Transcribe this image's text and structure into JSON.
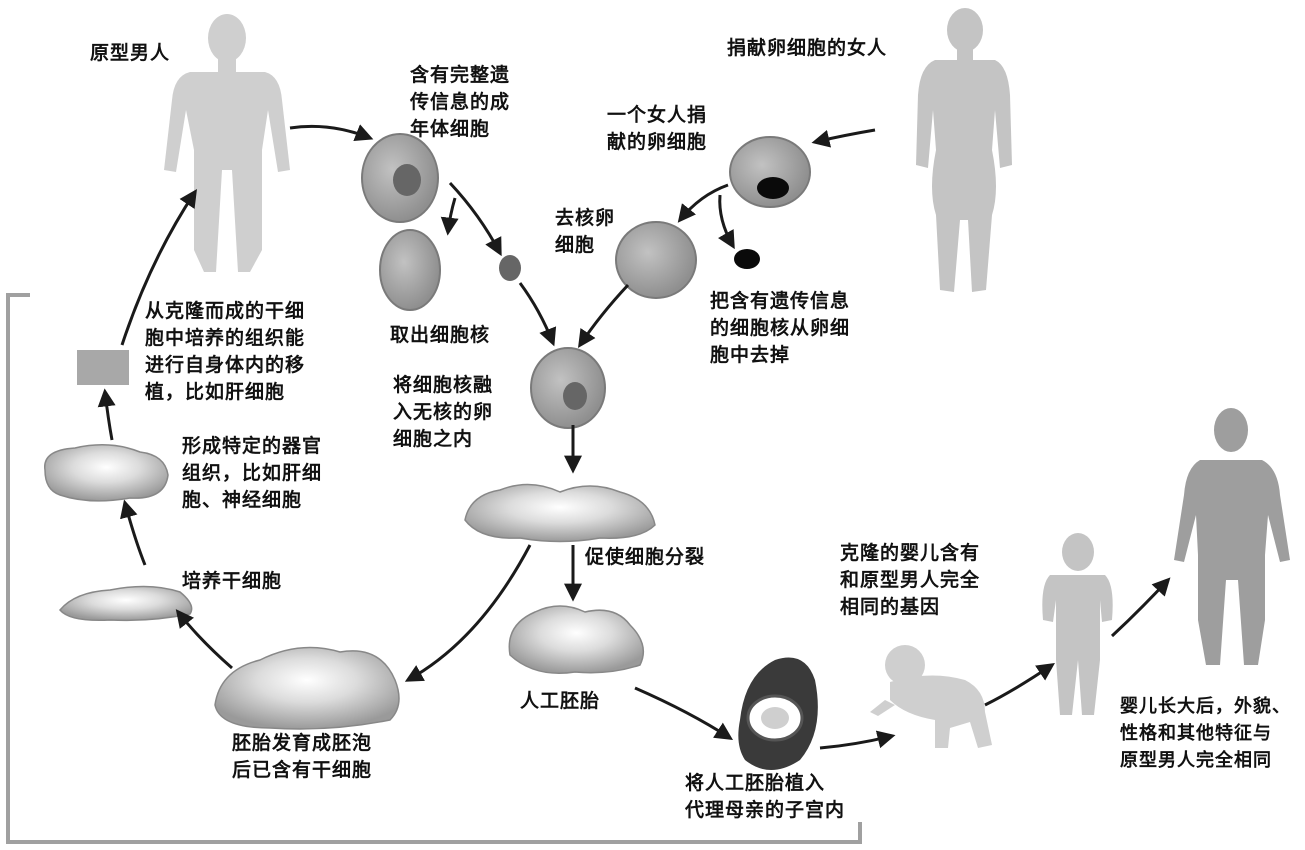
{
  "labels": {
    "prototype_man": "原型男人",
    "adult_cell": "含有完整遗\n传信息的成\n年体细胞",
    "donor_woman": "捐献卵细胞的女人",
    "donated_egg": "一个女人捐\n献的卵细胞",
    "enucleated_egg": "去核卵\n细胞",
    "extract_nucleus": "取出细胞核",
    "remove_nucleus": "把含有遗传信息\n的细胞核从卵细\n胞中去掉",
    "fuse_nucleus": "将细胞核融\n入无核的卵\n细胞之内",
    "transplant": "从克隆而成的干细\n胞中培养的组织能\n进行自身体内的移\n植，比如肝细胞",
    "organ_tissue": "形成特定的器官\n组织，比如肝细\n胞、神经细胞",
    "culture_stem": "培养干细胞",
    "divide": "促使细胞分裂",
    "embryo": "人工胚胎",
    "blastocyst": "胚胎发育成胚泡\n后已含有干细胞",
    "implant": "将人工胚胎植入\n代理母亲的子宫内",
    "clone_baby": "克隆的婴儿含有\n和原型男人完全\n相同的基因",
    "grown_up": "婴儿长大后，外貌、\n性格和其他特征与\n原型男人完全相同"
  },
  "colors": {
    "figure": "#c8c8c8",
    "cell": "#a6a6a6",
    "nucleus": "#666666",
    "egg_nucleus": "#0a0a0a",
    "arrow": "#1a1a1a",
    "frame": "#a0a0a0"
  }
}
